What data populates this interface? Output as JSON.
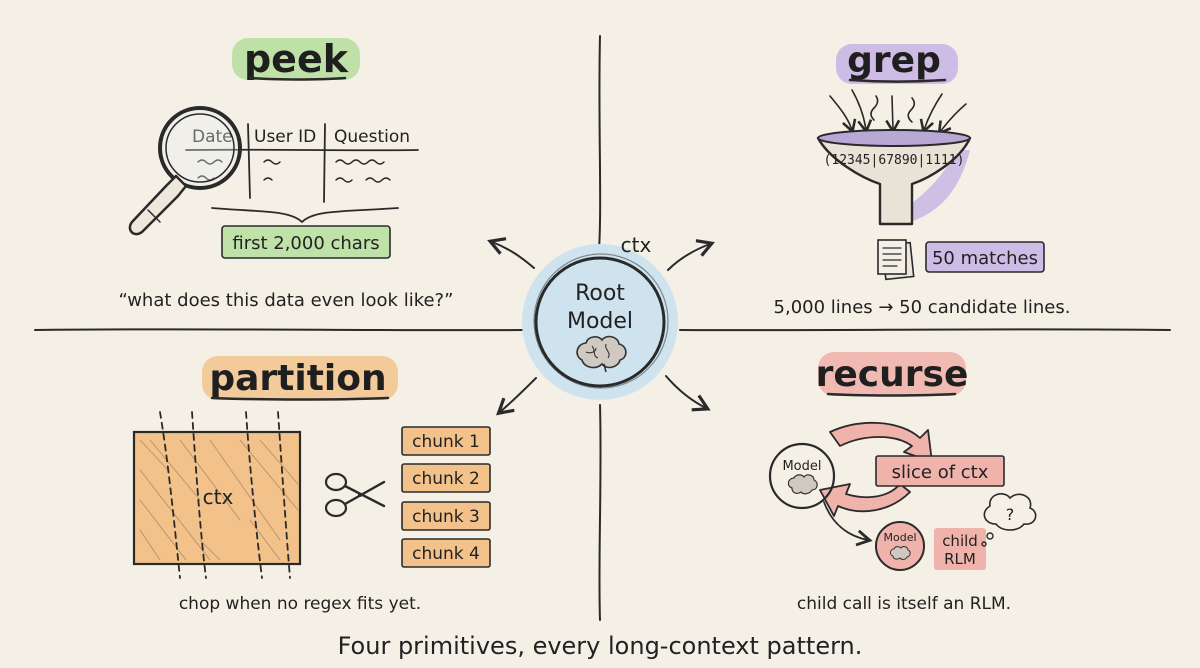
{
  "center": {
    "ctx_label": "ctx",
    "title_line1": "Root",
    "title_line2": "Model",
    "icon": "brain-icon"
  },
  "peek": {
    "title": "peek",
    "headers": [
      "Date",
      "User ID",
      "Question"
    ],
    "badge": "first 2,000 chars",
    "caption": "“what does this data even look like?”",
    "color": "#b9dfa0"
  },
  "grep": {
    "title": "grep",
    "funnel_text": "(12345|67890|1111)",
    "badge": "50 matches",
    "caption": "5,000 lines → 50 candidate lines.",
    "color": "#c9b6e4"
  },
  "partition": {
    "title": "partition",
    "ctx_label": "ctx",
    "chunks": [
      "chunk 1",
      "chunk 2",
      "chunk 3",
      "chunk 4"
    ],
    "caption": "chop when no regex fits yet.",
    "color": "#f3c692"
  },
  "recurse": {
    "title": "recurse",
    "model_label": "Model",
    "slice_label": "slice of ctx",
    "child_model_label": "Model",
    "child_line1": "child",
    "child_line2": "RLM",
    "question": "?",
    "caption": "child call is itself an RLM.",
    "color": "#f0b3ac"
  },
  "footer": "Four primitives, every long-context pattern."
}
